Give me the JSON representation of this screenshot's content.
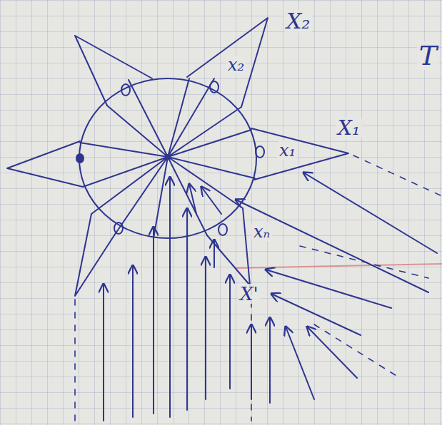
{
  "diagram": {
    "labels": [
      "X₂",
      "x₂",
      "X₁",
      "x₁",
      "xₙ",
      "X'",
      "T"
    ]
  }
}
